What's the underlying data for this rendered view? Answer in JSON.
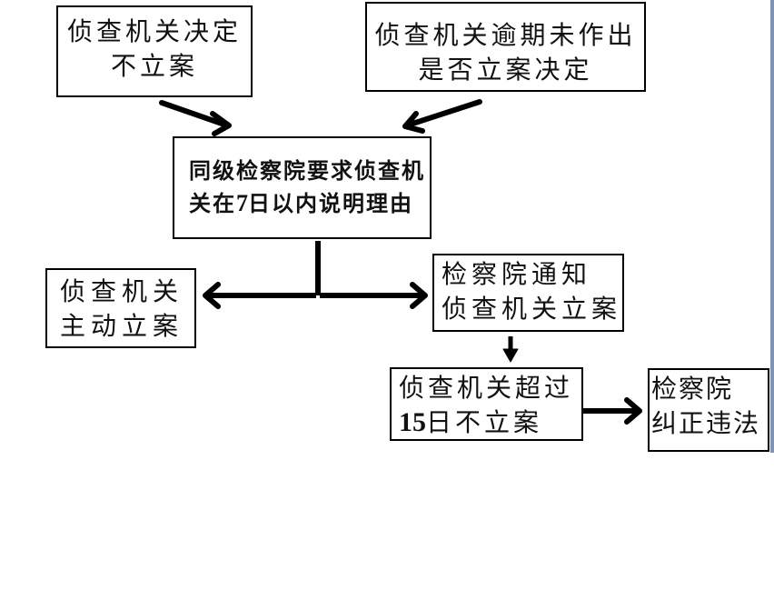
{
  "diagram": {
    "type": "flowchart",
    "nodes": [
      {
        "id": "b1",
        "lines": [
          "侦查机关决定",
          "不立案"
        ]
      },
      {
        "id": "b2",
        "lines": [
          "侦查机关逾期未作出",
          "是否立案决定"
        ]
      },
      {
        "id": "b3",
        "lines_parts": [
          [
            "同级检察院要求侦查机"
          ],
          [
            "关在",
            "7",
            "日以内说明理由"
          ]
        ]
      },
      {
        "id": "b4",
        "lines": [
          "侦查机关",
          "主动立案"
        ]
      },
      {
        "id": "b5",
        "lines": [
          "检察院通知",
          "侦查机关立案"
        ]
      },
      {
        "id": "b6",
        "lines_parts": [
          [
            "侦查机关超过"
          ],
          [
            "15",
            "日不立案"
          ]
        ]
      },
      {
        "id": "b7",
        "lines": [
          "检察院",
          "纠正违法"
        ]
      }
    ],
    "edges": [
      {
        "from": "b1",
        "to": "b3"
      },
      {
        "from": "b2",
        "to": "b3"
      },
      {
        "from": "b3",
        "to": "b4"
      },
      {
        "from": "b3",
        "to": "b5"
      },
      {
        "from": "b5",
        "to": "b6"
      },
      {
        "from": "b6",
        "to": "b7"
      }
    ]
  },
  "text": {
    "b1": {
      "l1": "侦查机关决定",
      "l2": "不立案"
    },
    "b2": {
      "l1": "侦查机关逾期未作出",
      "l2": "是否立案决定"
    },
    "b3": {
      "l1": "同级检察院要求侦查机",
      "l2a": "关在",
      "l2n": "7",
      "l2b": "日以内说明理由"
    },
    "b4": {
      "l1": "侦查机关",
      "l2": "主动立案"
    },
    "b5": {
      "l1": "检察院通知",
      "l2": "侦查机关立案"
    },
    "b6": {
      "l1": "侦查机关超过",
      "l2n": "15",
      "l2b": "日不立案"
    },
    "b7": {
      "l1": "检察院",
      "l2": "纠正违法"
    }
  },
  "colors": {
    "stroke": "#000000",
    "background": "#ffffff",
    "side_bar": "#7f93b2"
  }
}
